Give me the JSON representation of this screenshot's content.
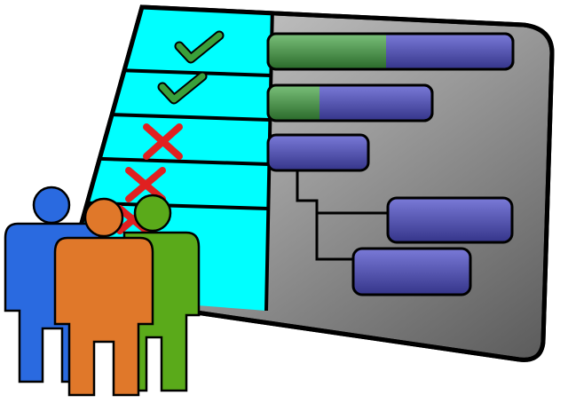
{
  "illustration": {
    "subject": "gantt-chart-with-team",
    "colors": {
      "checklist_bg": "#00ffff",
      "board_bg": "#9a9a9a",
      "bar_blue": "#4a4aa8",
      "bar_green": "#3a8a3a",
      "check": "#3aa03a",
      "cross": "#e02020",
      "person_blue": "#2a6ae0",
      "person_orange": "#e0782a",
      "person_green": "#5aaa1a"
    },
    "checklist": [
      "check",
      "check",
      "cross",
      "cross",
      "cross"
    ],
    "gantt_bars": [
      {
        "progress": 0.48
      },
      {
        "progress": 0.32
      },
      {
        "progress": 0
      },
      {
        "progress": 0
      },
      {
        "progress": 0
      }
    ]
  }
}
